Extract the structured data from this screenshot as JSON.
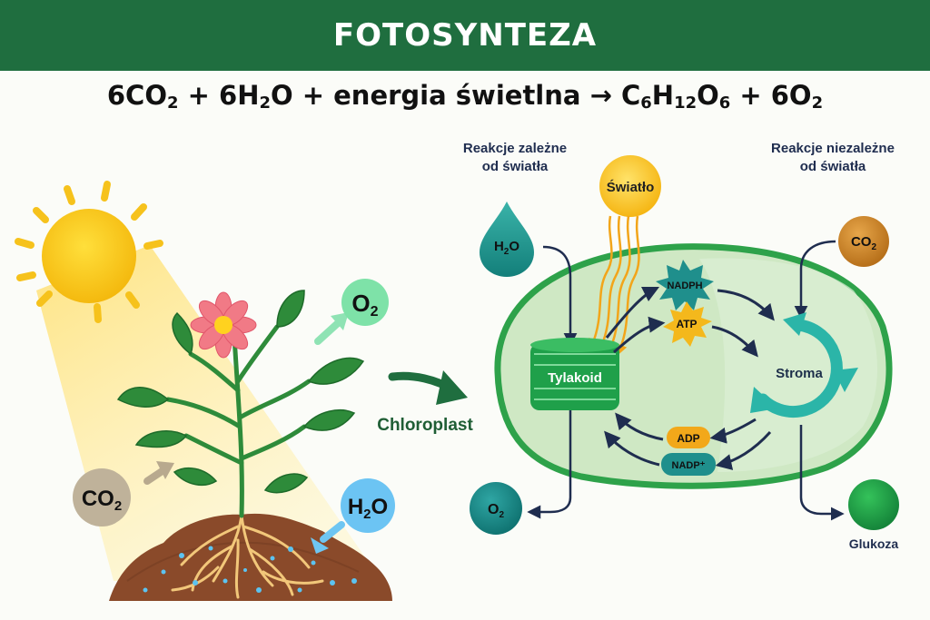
{
  "title": "FOTOSYNTEZA",
  "equation": {
    "lhs_co2_coef": "6CO",
    "lhs_co2_sub": "2",
    "plus1": " + ",
    "lhs_h2o_a": "6H",
    "lhs_h2o_sub": "2",
    "lhs_h2o_b": "O",
    "plus2": " + energia świetlna ",
    "arrow": "→",
    "glucose_c": " C",
    "glucose_c_sub": "6",
    "glucose_h": "H",
    "glucose_h_sub": "12",
    "glucose_o": "O",
    "glucose_o_sub": "6",
    "plus3": " + ",
    "o2_a": "6O",
    "o2_sub": "2"
  },
  "plant": {
    "o2_label": "O",
    "o2_sub": "2",
    "co2_label": "CO",
    "co2_sub": "2",
    "h2o_label_a": "H",
    "h2o_sub": "2",
    "h2o_label_b": "O",
    "chloroplast_label": "Chloroplast"
  },
  "chloroplast": {
    "light_dependent_line1": "Reakcje zależne",
    "light_dependent_line2": "od światła",
    "light_independent_line1": "Reakcje niezależne",
    "light_independent_line2": "od światła",
    "light_label": "Światło",
    "h2o_a": "H",
    "h2o_sub": "2",
    "h2o_b": "O",
    "co2_a": "CO",
    "co2_sub": "2",
    "thylakoid_label": "Tylakoid",
    "stroma_label": "Stroma",
    "nadph_label": "NADPH",
    "atp_label": "ATP",
    "adp_label": "ADP",
    "nadp_label": "NADP⁺",
    "o2_out_a": "O",
    "o2_out_sub": "2",
    "glucose_label": "Glukoza"
  },
  "colors": {
    "banner": "#1f6e3f",
    "sun": "#f6c21c",
    "leaf": "#2e8b3a",
    "soil": "#8a4a2a",
    "chloroplast_fill": "#cfe8c4",
    "chloroplast_border": "#2ea24a",
    "arrow_navy": "#1f2d4f",
    "stroma_cycle": "#2bb5a8"
  }
}
